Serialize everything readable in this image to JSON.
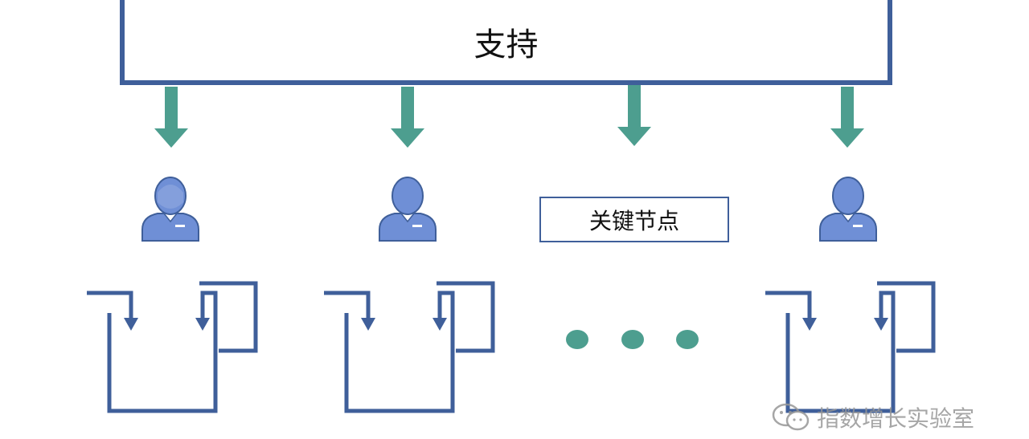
{
  "support": {
    "label": "支持"
  },
  "key_node": {
    "label": "关键节点"
  },
  "watermark": {
    "text": "指数增长实验室",
    "icon": "wechat-icon"
  },
  "colors": {
    "frame": "#3f5f9a",
    "arrow": "#4d9e8f",
    "person": "#6f8fd6",
    "person_stroke": "#3f5f9a",
    "dots": "#4d9e8f"
  },
  "people_count": 3,
  "loops_count": 3,
  "arrows_count": 4,
  "dots_count": 3
}
